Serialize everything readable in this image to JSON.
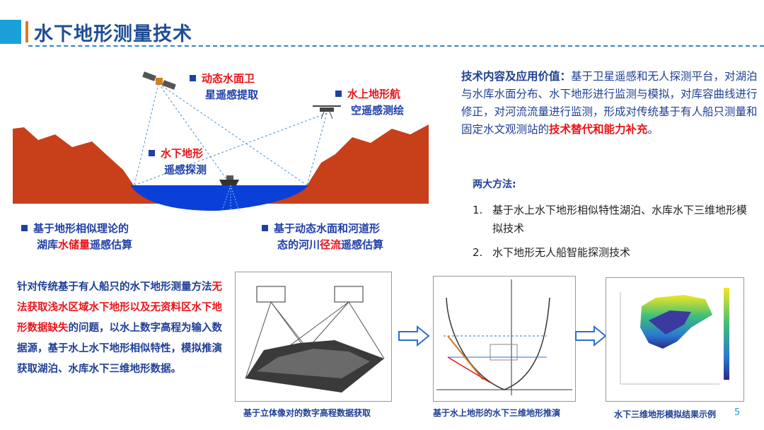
{
  "header": {
    "title": "水下地形测量技术"
  },
  "diagram": {
    "bullets": {
      "dynamic_water": {
        "line1": "动态水面卫",
        "line2": "星遥感提取"
      },
      "aerial": {
        "line1": "水上地形航",
        "line2": "空遥感测绘"
      },
      "underwater": {
        "line1": "水下地形",
        "line2": "遥感探测"
      },
      "storage": {
        "line1_a": "基于地形相似理论的",
        "line2_a": "湖库",
        "line2_red": "水储量",
        "line2_b": "遥感估算"
      },
      "runoff": {
        "line1_a": "基于动态水面和河道形",
        "line2_a": "态的河川",
        "line2_red": "径流",
        "line2_b": "遥感估算"
      }
    }
  },
  "value_section": {
    "heading": "技术内容及应用价值：",
    "body": "基于卫星遥感和无人探测平台，对湖泊与水库水面分布、水下地形进行监测与模拟，对库容曲线进行修正，对河流流量进行监测，形成对传统基于有人船只测量和固定水文观测站的",
    "highlight": "技术替代和能力补充",
    "end": "。"
  },
  "methods": {
    "title": "两大方法:",
    "items": [
      {
        "num": "1.",
        "text": "基于水上水下地形相似特性湖泊、水库水下三维地形模拟技术"
      },
      {
        "num": "2.",
        "text": "水下地形无人船智能探测技术"
      }
    ]
  },
  "left_text": {
    "part1": "针对传统基于有人船只的水下地形测量方法",
    "red": "无法获取浅水区域水下地形以及无资料区水下地形数据缺失",
    "part2": "的问题，以水上数字高程为输入数据源，基于水上水下地形相似特性，模拟推演获取湖泊、水库水下三维地形数据。"
  },
  "figures": [
    {
      "caption": "基于立体像对的数字高程数据获取"
    },
    {
      "caption": "基于水上地形的水下三维地形推演"
    },
    {
      "caption": "水下三维地形模拟结果示例"
    }
  ],
  "page_number": "5",
  "colors": {
    "title": "#1f4e96",
    "accent_blue": "#1aa0d8",
    "accent_orange": "#e07a1e",
    "red": "#e8151b",
    "terrain": "#c8401a",
    "water": "#0a3fd8"
  }
}
